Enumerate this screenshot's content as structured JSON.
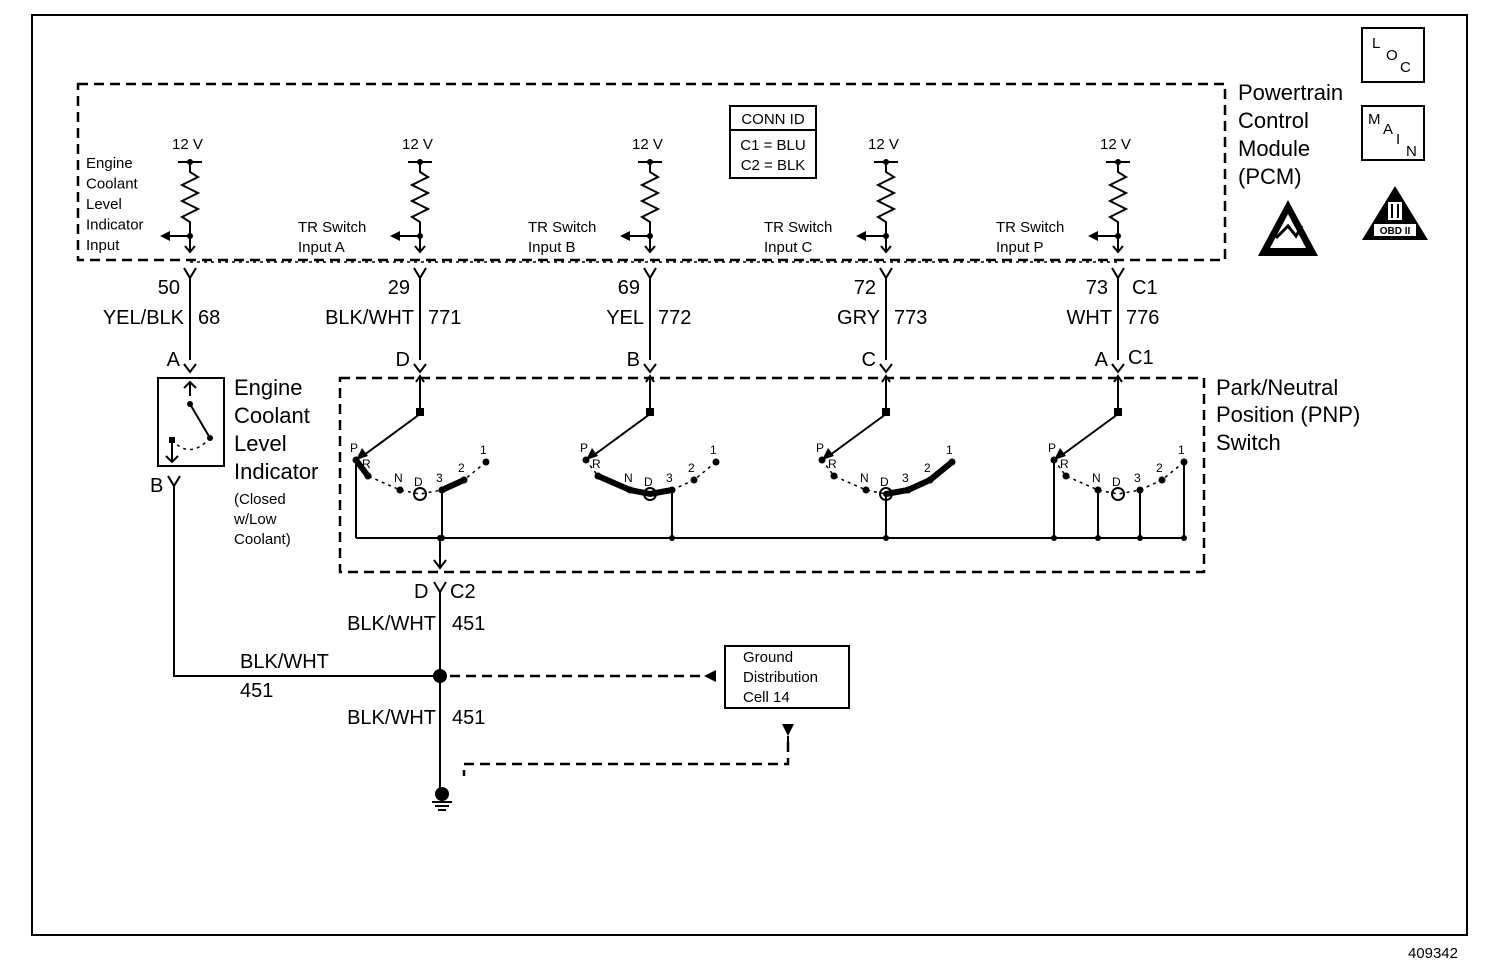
{
  "figure_number": "409342",
  "icons": {
    "loc": [
      "L",
      "O",
      "C"
    ],
    "main": [
      "M",
      "A",
      "I",
      "N"
    ],
    "esd": "esd-warning-icon",
    "obd": "OBD II"
  },
  "pcm": {
    "label": [
      "Powertrain",
      "Control",
      "Module",
      "(PCM)"
    ]
  },
  "conn_id": {
    "title": "CONN ID",
    "c1": "C1 = BLU",
    "c2": "C2 = BLK"
  },
  "supply": "12 V",
  "inputs": [
    {
      "label": [
        "Engine",
        "Coolant",
        "Level",
        "Indicator",
        "Input"
      ],
      "pin": "50",
      "color": "YEL/BLK",
      "circuit": "68",
      "lower": "A"
    },
    {
      "label": [
        "TR Switch",
        "Input A"
      ],
      "pin": "29",
      "color": "BLK/WHT",
      "circuit": "771",
      "lower": "D"
    },
    {
      "label": [
        "TR Switch",
        "Input B"
      ],
      "pin": "69",
      "color": "YEL",
      "circuit": "772",
      "lower": "B"
    },
    {
      "label": [
        "TR Switch",
        "Input C"
      ],
      "pin": "72",
      "color": "GRY",
      "circuit": "773",
      "lower": "C"
    },
    {
      "label": [
        "TR Switch",
        "Input P"
      ],
      "pin": "73",
      "color": "WHT",
      "circuit": "776",
      "lower": "A"
    }
  ],
  "connector_c1": "C1",
  "ecl_indicator": {
    "label": [
      "Engine",
      "Coolant",
      "Level",
      "Indicator"
    ],
    "note": [
      "(Closed",
      "w/Low",
      "Coolant)"
    ],
    "pin_b": "B"
  },
  "pnp": {
    "label": [
      "Park/Neutral",
      "Position (PNP)",
      "Switch"
    ],
    "gears": [
      "P",
      "R",
      "N",
      "D",
      "3",
      "2",
      "1"
    ]
  },
  "ground": {
    "connector": "D",
    "connector_id": "C2",
    "wire_upper": {
      "color": "BLK/WHT",
      "circuit": "451"
    },
    "wire_left": {
      "color": "BLK/WHT",
      "circuit": "451"
    },
    "wire_lower": {
      "color": "BLK/WHT",
      "circuit": "451"
    },
    "distribution": [
      "Ground",
      "Distribution",
      "Cell 14"
    ]
  }
}
